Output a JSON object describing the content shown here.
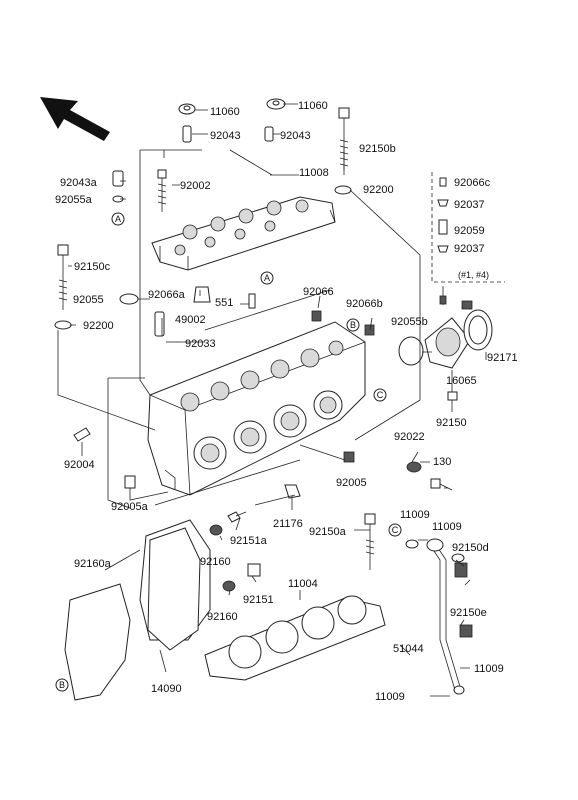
{
  "labels": {
    "l11060a": "11060",
    "l11060b": "11060",
    "l92043a": "92043",
    "l92043b": "92043",
    "l92150b": "92150b",
    "l11008": "11008",
    "l92043aa": "92043a",
    "l92002": "92002",
    "l92200a": "92200",
    "l92055a": "92055a",
    "l92066c": "92066c",
    "l92037a": "92037",
    "l92059": "92059",
    "l92037b": "92037",
    "l1_4": "(#1, #4)",
    "l92150c": "92150c",
    "l92055": "92055",
    "l92066a": "92066a",
    "l551": "551",
    "l92066": "92066",
    "l92066b": "92066b",
    "l92055b": "92055b",
    "l92200b": "92200",
    "l49002": "49002",
    "l92033": "92033",
    "l92171": "92171",
    "l16065": "16065",
    "l92150": "92150",
    "l92004": "92004",
    "l92022": "92022",
    "l130": "130",
    "l92005": "92005",
    "l92005a": "92005a",
    "l21176": "21176",
    "l92150a": "92150a",
    "l11009a": "11009",
    "l11009b": "11009",
    "l92151a": "92151a",
    "l92150d": "92150d",
    "l92160a": "92160a",
    "l92160b": "92160",
    "l11004": "11004",
    "l92151": "92151",
    "l92160c": "92160",
    "l92150e": "92150e",
    "l51044": "51044",
    "l11009c": "11009",
    "l14090": "14090",
    "l11009d": "11009"
  },
  "callouts": {
    "a": "A",
    "b": "B",
    "c": "C"
  }
}
